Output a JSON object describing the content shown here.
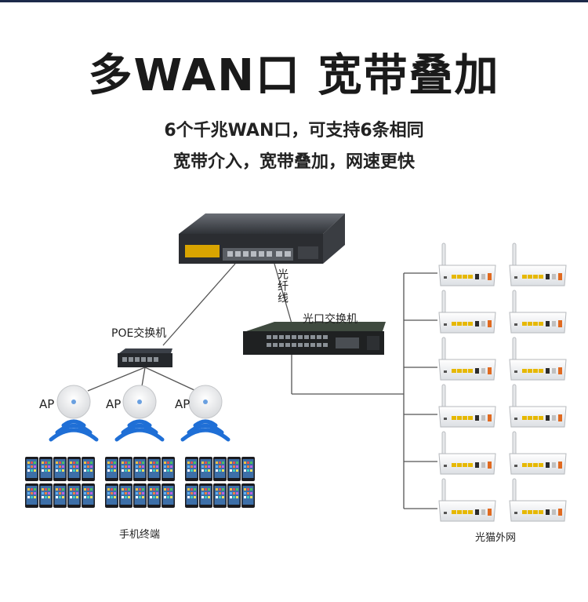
{
  "title": "多WAN口 宽带叠加",
  "subtitle_line1": "6个千兆WAN口，可支持6条相同",
  "subtitle_line2": "宽带介入，宽带叠加，网速更快",
  "labels": {
    "fiber": "光纤线",
    "optical_switch": "光口交换机",
    "poe_switch": "POE交换机",
    "ap": "AP",
    "phones": "手机终端",
    "modems": "光猫外网"
  },
  "colors": {
    "title": "#1a1a1a",
    "wifi": "#1f6fd6",
    "line": "#555555"
  }
}
